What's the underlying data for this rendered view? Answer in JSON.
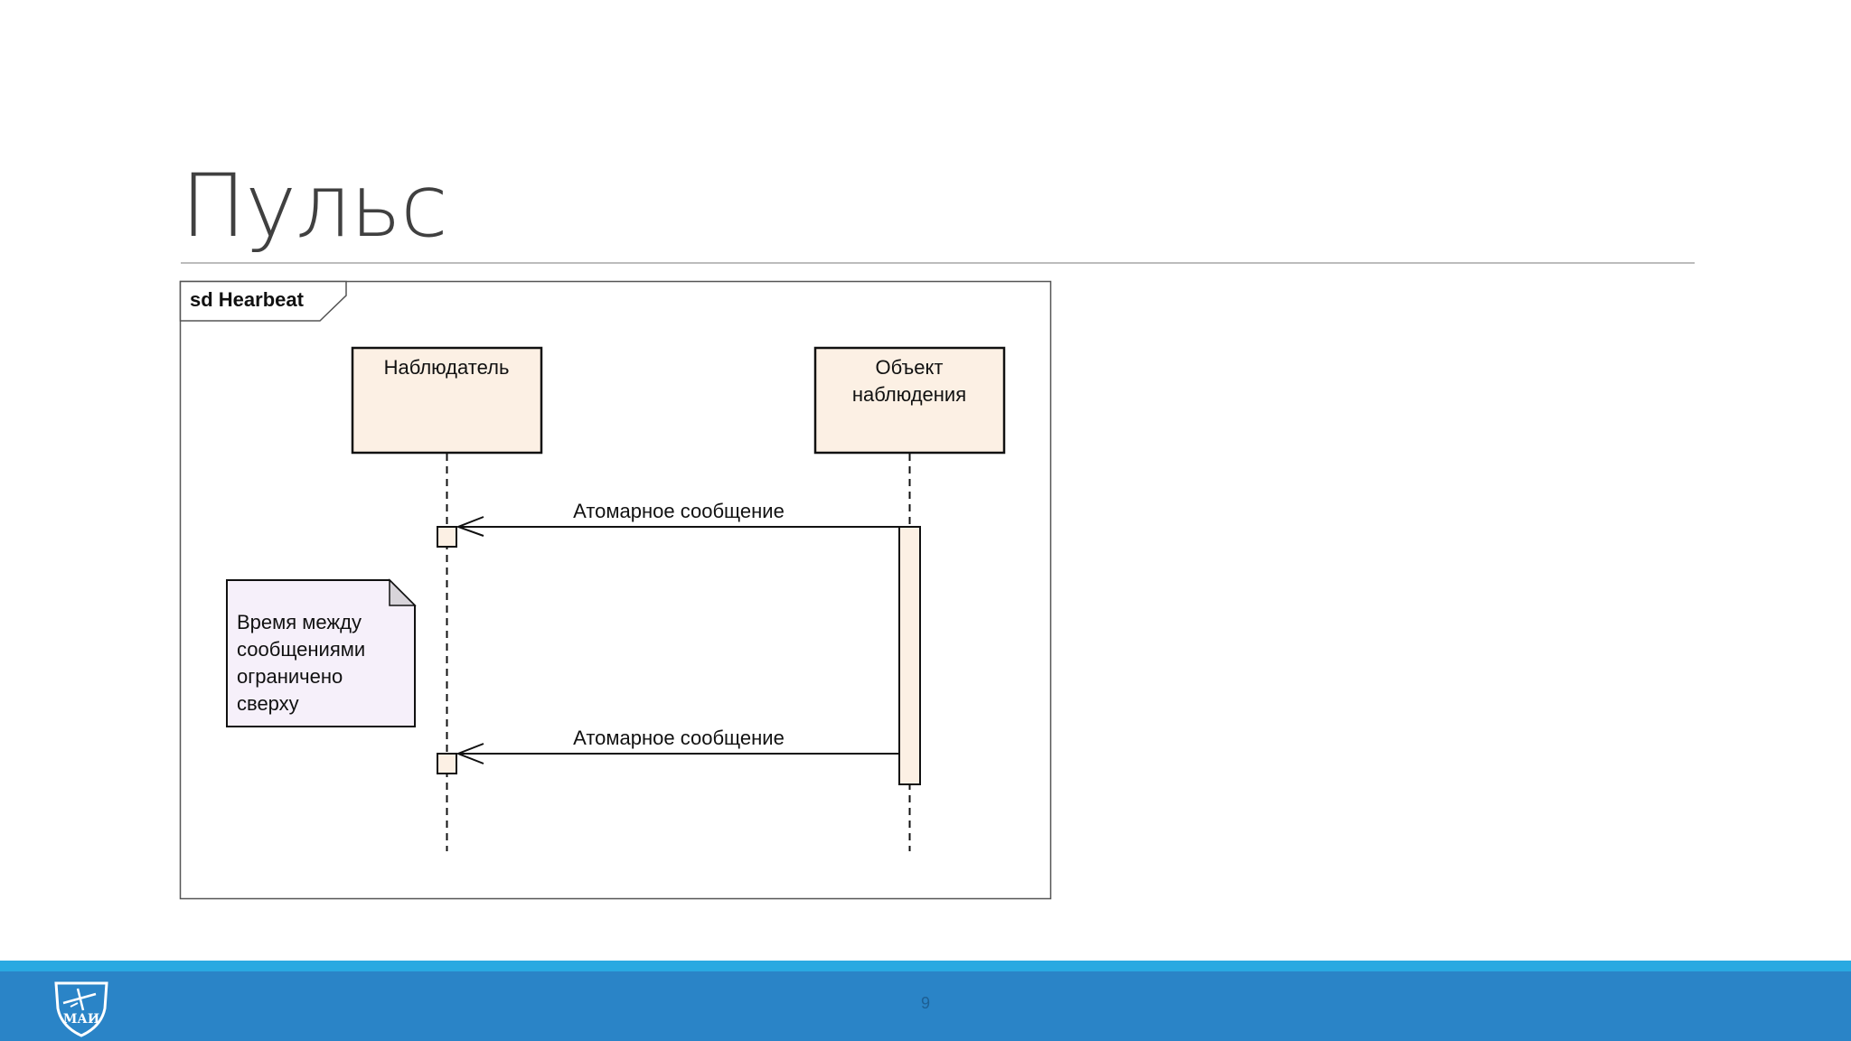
{
  "slide": {
    "title": "Пульс",
    "page_number": "9"
  },
  "diagram": {
    "frame_label": "sd Hearbeat",
    "lifelines": [
      {
        "name_lines": [
          "Наблюдатель"
        ]
      },
      {
        "name_lines": [
          "Объект",
          "наблюдения"
        ]
      }
    ],
    "messages": [
      {
        "label": "Атомарное сообщение",
        "from": "Объект наблюдения",
        "to": "Наблюдатель"
      },
      {
        "label": "Атомарное сообщение",
        "from": "Объект наблюдения",
        "to": "Наблюдатель"
      }
    ],
    "note": {
      "lines": [
        "Время между",
        "сообщениями",
        "ограничено",
        "сверху"
      ]
    }
  },
  "footer": {
    "logo_text": "МАИ",
    "logo_icon": "mai-shield-logo-icon"
  },
  "colors": {
    "lifeline_fill": "#fcf0e4",
    "note_fill": "#f6f0fa",
    "footer_stripe": "#29a9e1",
    "footer_bar": "#2a84c7",
    "title_text": "#404040"
  }
}
